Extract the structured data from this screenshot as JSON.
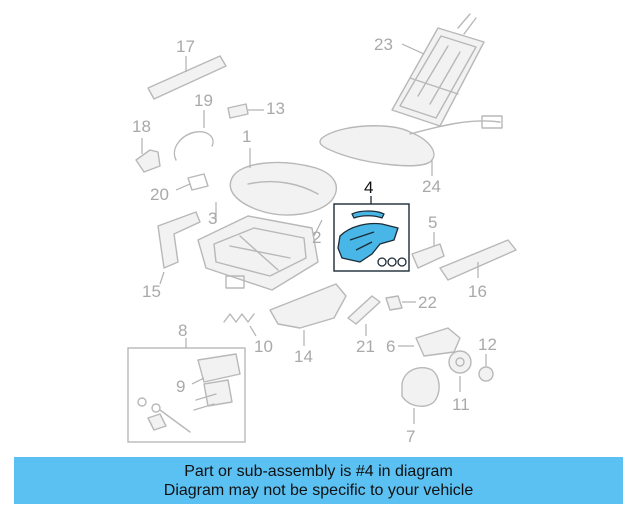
{
  "diagram": {
    "callouts": [
      "1",
      "2",
      "3",
      "4",
      "5",
      "6",
      "7",
      "8",
      "9",
      "10",
      "11",
      "12",
      "13",
      "14",
      "15",
      "16",
      "17",
      "18",
      "19",
      "20",
      "21",
      "22",
      "23",
      "24"
    ],
    "highlighted_callout": "4",
    "colors": {
      "highlight_fill": "#48b6e6",
      "ghost_stroke": "#b8b8b8",
      "callout_text": "#a9a9a9",
      "banner_bg": "#5bc0f2"
    }
  },
  "banner": {
    "line1": "Part or sub-assembly is #4 in diagram",
    "line2": "Diagram may not be specific to your vehicle"
  }
}
